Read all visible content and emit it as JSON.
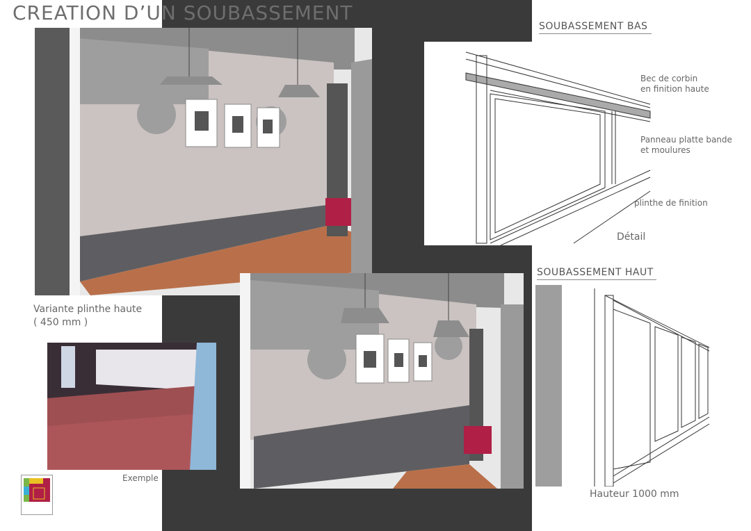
{
  "title": "CREATION D’UN SOUBASSEMENT",
  "section_bas": {
    "heading": "SOUBASSEMENT BAS",
    "label_1a": "Bec de corbin",
    "label_1b": "en finition haute",
    "label_2a": "Panneau platte bande",
    "label_2b": "et moulures",
    "label_3": "plinthe de finition",
    "caption": "Détail"
  },
  "section_haut": {
    "heading": "SOUBASSEMENT HAUT",
    "caption": "Hauteur 1000 mm"
  },
  "variante": {
    "line1": "Variante plinthe haute",
    "line2": "( 450 mm )"
  },
  "photo_caption": "Exemple",
  "colors": {
    "wall": "#cbc3c1",
    "wainscot": "#5e5e62",
    "floor": "#b9704a",
    "pouf": "#b01f45",
    "dark": "#3a3a3a"
  }
}
